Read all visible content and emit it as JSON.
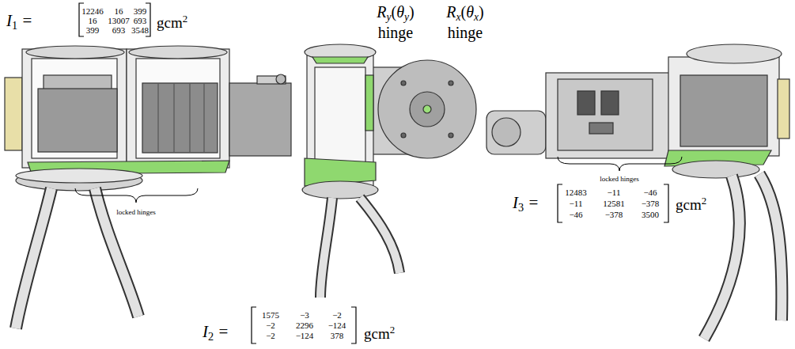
{
  "diagram": {
    "labels": [
      "I",
      "1",
      "=",
      "12246",
      "16",
      "399",
      "16",
      "13007",
      "693",
      "399",
      "693",
      "3548",
      "gcm",
      "2",
      "R",
      "y",
      "(",
      "θ",
      "y",
      ")",
      "hinge",
      "R",
      "x",
      "(",
      "θ",
      "x",
      ")",
      "hinge",
      "locked hinges",
      "locked hinges",
      "I",
      "3",
      "=",
      "12483",
      "−11",
      "−46",
      "−11",
      "12581",
      "−378",
      "−46",
      "−378",
      "3500",
      "gcm",
      "2",
      "I",
      "2",
      "=",
      "1575",
      "−3",
      "−2",
      "−2",
      "2296",
      "−124",
      "−2",
      "−124",
      "378",
      "gcm",
      "2"
    ]
  }
}
